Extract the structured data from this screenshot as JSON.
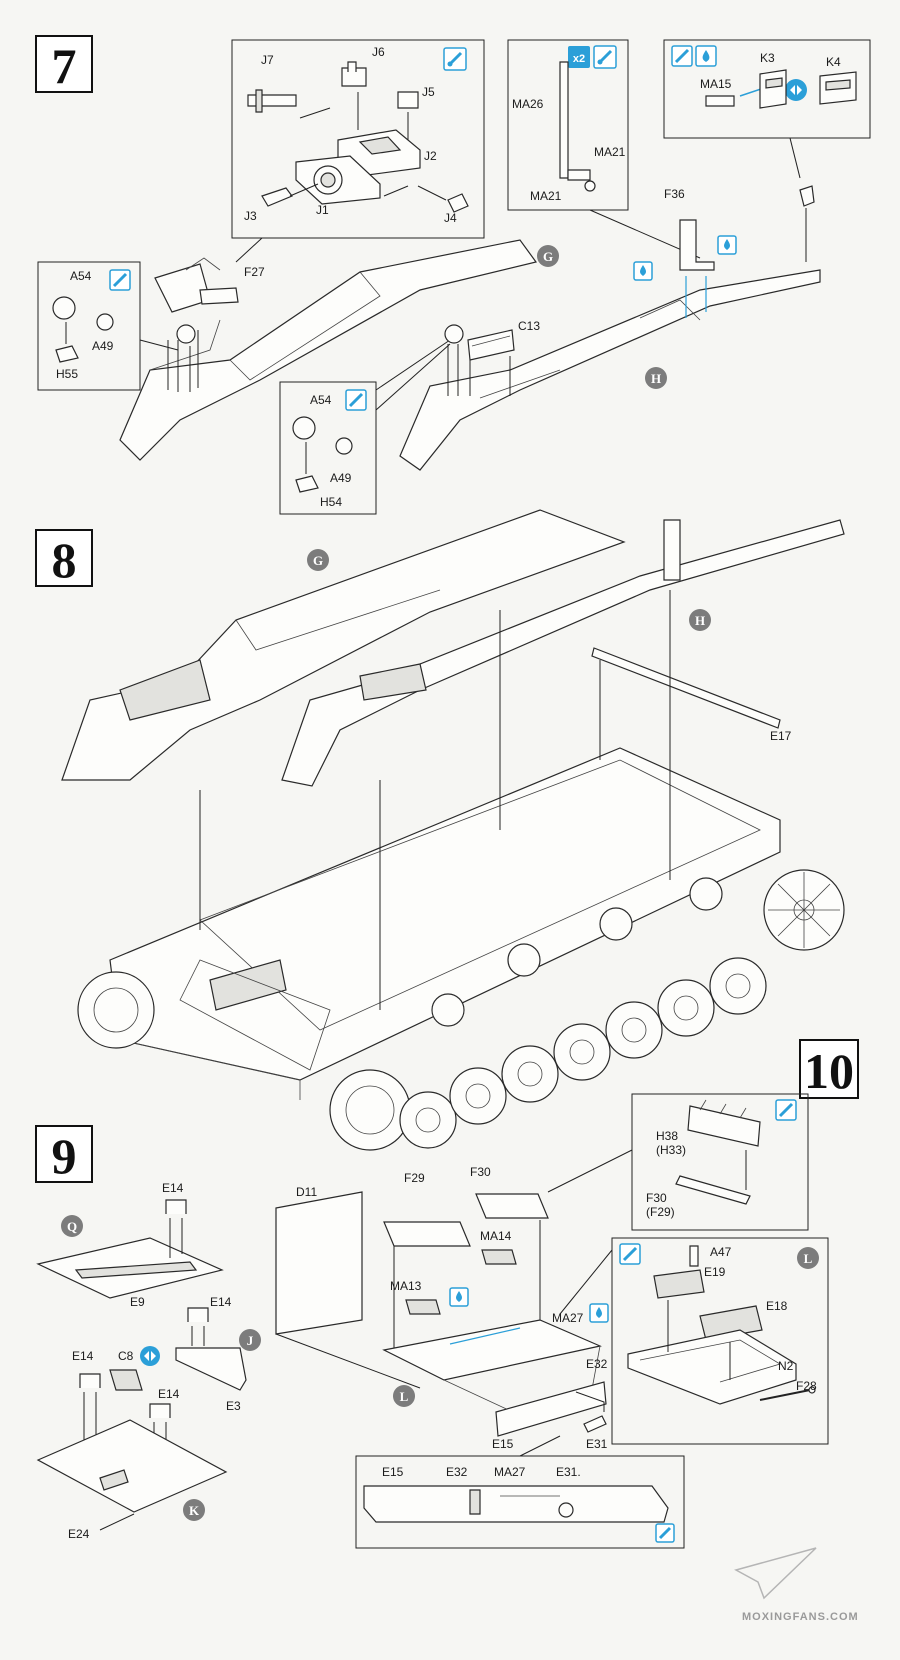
{
  "steps": [
    "7",
    "8",
    "9",
    "10"
  ],
  "subassembly_markers": [
    "G",
    "H",
    "Q",
    "J",
    "K",
    "L"
  ],
  "labels_step7": [
    "J7",
    "J6",
    "J5",
    "J2",
    "J3",
    "J1",
    "J4",
    "MA26",
    "MA21",
    "MA21",
    "K3",
    "K4",
    "MA15",
    "F36",
    "A54",
    "A49",
    "H55",
    "F27",
    "C13",
    "A54",
    "A49",
    "H54"
  ],
  "labels_step8": [
    "E17"
  ],
  "labels_step9": [
    "E14",
    "E9",
    "E14",
    "E3",
    "C8",
    "E14",
    "E14",
    "E24",
    "D11",
    "F29",
    "F30",
    "MA14",
    "MA13",
    "MA27",
    "E32",
    "E31",
    "E15",
    "H38",
    "(H33)",
    "F30",
    "(F29)",
    "A47",
    "E19",
    "E18",
    "N2",
    "F28",
    "E15",
    "E32",
    "MA27",
    "E31."
  ],
  "multiplier": "x2",
  "watermark": "MOXINGFANS.COM",
  "icons": {
    "paint": "paint-brush-icon",
    "glue": "glue-drop-icon",
    "choice": "choose-option-icon",
    "repeat": "repeat-x2-icon"
  },
  "colors": {
    "accent_blue": "#2b9fd8",
    "marker_grey": "#7c7c7c",
    "line": "#222222",
    "paper": "#f6f6f3"
  }
}
